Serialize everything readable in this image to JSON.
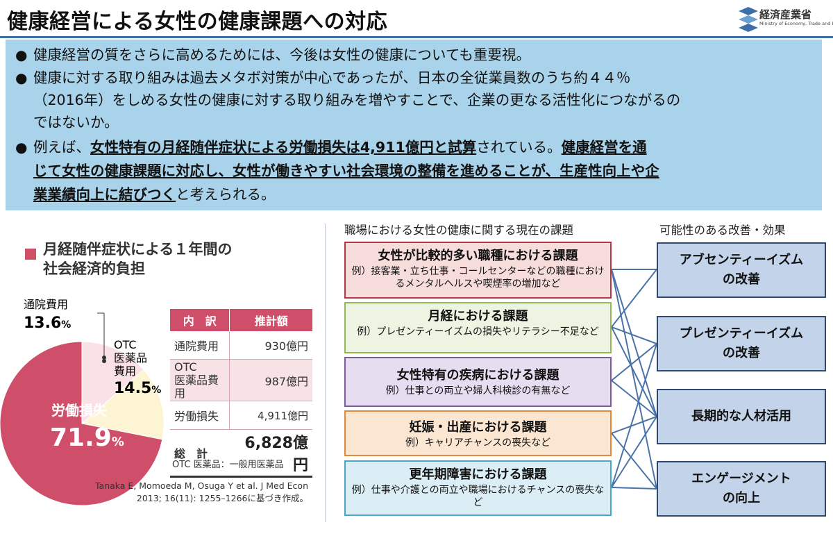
{
  "header": {
    "title": "健康経営による女性の健康課題への対応",
    "logo_text": "経済産業省",
    "logo_sub": "Ministry of Economy, Trade and Industry"
  },
  "summary": {
    "b1": "健康経営の質をさらに高めるためには、今後は女性の健康についても重要視。",
    "b2_l1": "健康に対する取り組みは過去メタボ対策が中心であったが、日本の全従業員数のうち約４４％",
    "b2_l2": "（2016年）をしめる女性の健康に対する取り組みを増やすことで、企業の更なる活性化につながるの",
    "b2_l3": "ではないか。",
    "b3_pre": "例えば、",
    "b3_u1": "女性特有の月経随伴症状による労働損失は4,911億円と試算",
    "b3_mid": "されている。",
    "b3_u2a": "健康経営を通",
    "b3_u2b": "じて女性の健康課題に対応し、女性が働きやすい社会環境の整備を進めることが、生産性向上や企",
    "b3_u2c": "業業績向上に結びつく",
    "b3_post": "と考えられる。"
  },
  "pie": {
    "heading_l1": "月経随伴症状による１年間の",
    "heading_l2": "社会経済的負担",
    "label_visit": "通院費用",
    "pct_visit": "13.6",
    "label_otc_1": "OTC",
    "label_otc_2": "医薬品",
    "label_otc_3": "費用",
    "pct_otc": "14.5",
    "label_labor": "労働損失",
    "pct_labor": "71.9",
    "pct_sign": "%",
    "note": "OTC 医薬品：一般用医薬品",
    "source_l1": "Tanaka E, Momoeda M, Osuga Y et al. J Med Econ",
    "source_l2": "2013; 16(11): 1255–1266に基づき作成。"
  },
  "chart_data": {
    "type": "pie",
    "categories": [
      "労働損失",
      "通院費用",
      "OTC医薬品費用"
    ],
    "values": [
      71.9,
      13.6,
      14.5
    ],
    "colors": [
      "#cf4e69",
      "#f9e1e6",
      "#fdf4d4"
    ]
  },
  "table": {
    "head_item": "内　訳",
    "head_amount": "推計額",
    "rows": [
      {
        "item": "通院費用",
        "amount": "930億円"
      },
      {
        "item": "OTC\n医薬品費用",
        "amount": "987億円"
      },
      {
        "item": "労働損失",
        "amount": "4,911億円"
      }
    ],
    "total_label": "総　計",
    "total_value": "6,828億円"
  },
  "issues_title": "職場における女性の健康に関する現在の課題",
  "effects_title": "可能性のある改善・効果",
  "issues": [
    {
      "title": "女性が比較的多い職種における課題",
      "desc": "例）接客業・立ち仕事・コールセンターなどの職種におけるメンタルヘルスや喫煙率の増加など",
      "border": "#b0394a",
      "bg": "#f7dcdc"
    },
    {
      "title": "月経における課題",
      "desc": "例）プレゼンティーイズムの損失やリテラシー不足など",
      "border": "#94b855",
      "bg": "#eef4e2"
    },
    {
      "title": "女性特有の疾病における課題",
      "desc": "例）仕事との両立や婦人科検診の有無など",
      "border": "#7a5b9c",
      "bg": "#e6def0"
    },
    {
      "title": "妊娠・出産における課題",
      "desc": "例）キャリアチャンスの喪失など",
      "border": "#e3873a",
      "bg": "#fbe6d2"
    },
    {
      "title": "更年期障害における課題",
      "desc": "例）仕事や介護との両立や職場におけるチャンスの喪失など",
      "border": "#4aa7c4",
      "bg": "#dceef5"
    }
  ],
  "effects": [
    {
      "l1": "アブセンティーイズム",
      "l2": "の改善"
    },
    {
      "l1": "プレゼンティーイズム",
      "l2": "の改善"
    },
    {
      "l1": "長期的な人材活用",
      "l2": ""
    },
    {
      "l1": "エンゲージメント",
      "l2": "の向上"
    }
  ]
}
